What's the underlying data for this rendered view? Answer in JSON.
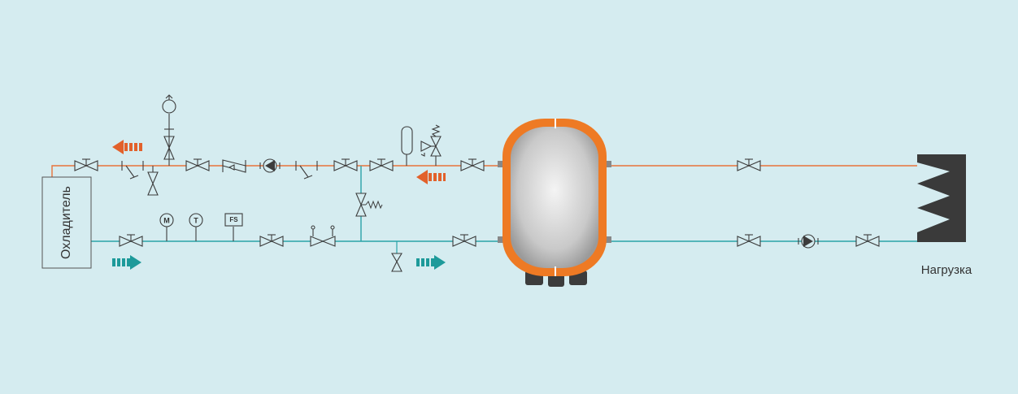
{
  "colors": {
    "background": "#d5ecf0",
    "supply_pipe": "#e8733a",
    "return_pipe": "#2aa3a8",
    "supply_arrow": "#e2612b",
    "return_arrow": "#1d9a9a",
    "tank_shell": "#ee7a24",
    "load": "#3a3a3a",
    "symbol": "#3c3c3c"
  },
  "labels": {
    "chiller": "Охладитель",
    "load": "Нагрузка",
    "motor_gauge": "M",
    "temperature_gauge": "T",
    "flow_switch": "FS"
  },
  "icons": {
    "pump": "pump-icon",
    "valve": "gate-valve-icon",
    "check_valve": "check-valve-icon",
    "strainer": "strainer-icon",
    "safety_valve": "safety-valve-icon",
    "expansion_vessel": "expansion-vessel-icon",
    "flow_arrow": "flow-arrow-icon"
  }
}
